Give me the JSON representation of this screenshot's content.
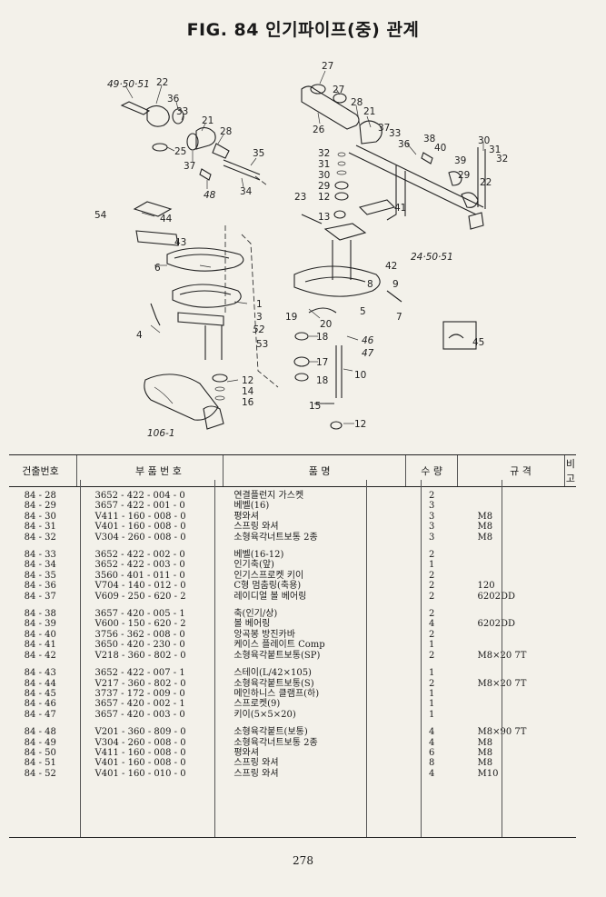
{
  "title": "FIG. 84 인기파이프(중) 관계",
  "page_number": "278",
  "headers": {
    "c1": "건출번호",
    "c2": "부  품  번  호",
    "c3": "품               명",
    "c4": "수  량",
    "c5": "규      격",
    "c6": "비  고"
  },
  "diagram_labels": {
    "l4950": "49·50·51",
    "l22a": "22",
    "l36a": "36",
    "l33a": "33",
    "l25": "25",
    "l37a": "37",
    "l21a": "21",
    "l28a": "28",
    "l35": "35",
    "l48": "48",
    "l34": "34",
    "l27a": "27",
    "l27b": "27",
    "l26": "26",
    "l28b": "28",
    "l21b": "21",
    "l37b": "37",
    "l33b": "33",
    "l36b": "36",
    "l38": "38",
    "l40": "40",
    "l30b": "30",
    "l31b": "31",
    "l32b": "32",
    "l39": "39",
    "l29b": "29",
    "l22b": "22",
    "l32": "32",
    "l31": "31",
    "l30": "30",
    "l29": "29",
    "l12a": "12",
    "l23": "23",
    "l13": "13",
    "l41": "41",
    "l54": "54",
    "l44": "44",
    "l43": "43",
    "l24": "24·50·51",
    "l42": "42",
    "l6": "6",
    "l1": "1",
    "l3": "3",
    "l52": "52",
    "l53": "53",
    "l4": "4",
    "l8": "8",
    "l9": "9",
    "l5": "5",
    "l7": "7",
    "l19": "19",
    "l20": "20",
    "l18a": "18",
    "l46": "46",
    "l47": "47",
    "l45": "45",
    "l17": "17",
    "l18b": "18",
    "l10": "10",
    "l12b": "12",
    "l14": "14",
    "l16": "16",
    "l15": "15",
    "l12c": "12",
    "l1061": "106-1"
  },
  "parts": [
    {
      "no": "84 - 28",
      "part": "3652 - 422 - 004 - 0",
      "name": "연결플런지 가스켓",
      "qty": "2",
      "spec": "",
      "note": ""
    },
    {
      "no": "84 - 29",
      "part": "3657 - 422 - 001 - 0",
      "name": "베벨(16)",
      "qty": "3",
      "spec": "",
      "note": ""
    },
    {
      "no": "84 - 30",
      "part": "V411 - 160 - 008 - 0",
      "name": "평와셔",
      "qty": "3",
      "spec": "M8",
      "note": ""
    },
    {
      "no": "84 - 31",
      "part": "V401 - 160 - 008 - 0",
      "name": "스프링 와셔",
      "qty": "3",
      "spec": "M8",
      "note": ""
    },
    {
      "no": "84 - 32",
      "part": "V304 - 260 - 008 - 0",
      "name": "소형육각너트보통 2종",
      "qty": "3",
      "spec": "M8",
      "note": ""
    },
    {
      "gap": true
    },
    {
      "no": "84 - 33",
      "part": "3652 - 422 - 002 - 0",
      "name": "베벨(16-12)",
      "qty": "2",
      "spec": "",
      "note": ""
    },
    {
      "no": "84 - 34",
      "part": "3652 - 422 - 003 - 0",
      "name": "인기축(앞)",
      "qty": "1",
      "spec": "",
      "note": ""
    },
    {
      "no": "84 - 35",
      "part": "3560 - 401 - 011 - 0",
      "name": "인기스프로켓 키이",
      "qty": "2",
      "spec": "",
      "note": ""
    },
    {
      "no": "84 - 36",
      "part": "V704 - 140 - 012 - 0",
      "name": "C형 멈춤링(축용)",
      "qty": "2",
      "spec": "120",
      "note": ""
    },
    {
      "no": "84 - 37",
      "part": "V609 - 250 - 620 - 2",
      "name": "레이디얼 볼 베어링",
      "qty": "2",
      "spec": "6202DD",
      "note": ""
    },
    {
      "gap": true
    },
    {
      "no": "84 - 38",
      "part": "3657 - 420 - 005 - 1",
      "name": "축(인기/상)",
      "qty": "2",
      "spec": "",
      "note": ""
    },
    {
      "no": "84 - 39",
      "part": "V600 - 150 - 620 - 2",
      "name": "볼 베어링",
      "qty": "4",
      "spec": "6202DD",
      "note": ""
    },
    {
      "no": "84 - 40",
      "part": "3756 - 362 - 008 - 0",
      "name": "앙곡봉 방진카바",
      "qty": "2",
      "spec": "",
      "note": ""
    },
    {
      "no": "84 - 41",
      "part": "3650 - 420 - 230 - 0",
      "name": "케이스 플레이트 Comp",
      "qty": "1",
      "spec": "",
      "note": ""
    },
    {
      "no": "84 - 42",
      "part": "V218 - 360 - 802 - 0",
      "name": "소형육각붙트보통(SP)",
      "qty": "2",
      "spec": "M8×20 7T",
      "note": ""
    },
    {
      "gap": true
    },
    {
      "no": "84 - 43",
      "part": "3652 - 422 - 007 - 1",
      "name": "스테이(L/42×105)",
      "qty": "1",
      "spec": "",
      "note": ""
    },
    {
      "no": "84 - 44",
      "part": "V217 - 360 - 802 - 0",
      "name": "소형육각붙트보통(S)",
      "qty": "2",
      "spec": "M8×20 7T",
      "note": ""
    },
    {
      "no": "84 - 45",
      "part": "3737 - 172 - 009 - 0",
      "name": "메인하니스 클램프(하)",
      "qty": "1",
      "spec": "",
      "note": ""
    },
    {
      "no": "84 - 46",
      "part": "3657 - 420 - 002 - 1",
      "name": "스프로켓(9)",
      "qty": "1",
      "spec": "",
      "note": ""
    },
    {
      "no": "84 - 47",
      "part": "3657 - 420 - 003 - 0",
      "name": "키이(5×5×20)",
      "qty": "1",
      "spec": "",
      "note": ""
    },
    {
      "gap": true
    },
    {
      "no": "84 - 48",
      "part": "V201 - 360 - 809 - 0",
      "name": "소형육각붙트(보통)",
      "qty": "4",
      "spec": "M8×90 7T",
      "note": ""
    },
    {
      "no": "84 - 49",
      "part": "V304 - 260 - 008 - 0",
      "name": "소형육각너트보통 2종",
      "qty": "4",
      "spec": "M8",
      "note": ""
    },
    {
      "no": "84 - 50",
      "part": "V411 - 160 - 008 - 0",
      "name": "평와셔",
      "qty": "6",
      "spec": "M8",
      "note": ""
    },
    {
      "no": "84 - 51",
      "part": "V401 - 160 - 008 - 0",
      "name": "스프링 와셔",
      "qty": "8",
      "spec": "M8",
      "note": ""
    },
    {
      "no": "84 - 52",
      "part": "V401 - 160 - 010 - 0",
      "name": "스프링 와셔",
      "qty": "4",
      "spec": "M10",
      "note": ""
    }
  ]
}
